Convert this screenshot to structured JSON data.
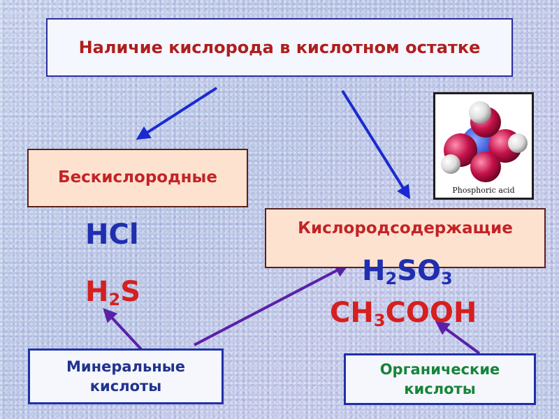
{
  "title": "Наличие кислорода в кислотном остатке",
  "categories": {
    "oxygenless": "Бескислородные",
    "oxygen_containing": "Кислородсодержащие"
  },
  "formulas": {
    "hcl": "HCl",
    "h2s": {
      "a": "H",
      "sub": "2",
      "b": "S"
    },
    "h2so3": {
      "a": "H",
      "sub1": "2",
      "b": "SO",
      "sub2": "3"
    },
    "ch3cooh": {
      "a": "CH",
      "sub": "3",
      "b": "COOH"
    }
  },
  "sources": {
    "mineral": "Минеральные кислоты",
    "organic": "Органические кислоты"
  },
  "image": {
    "caption": "Phosphoric acid"
  },
  "colors": {
    "title_text": "#b01e1e",
    "category_text": "#c32327",
    "formula_blue": "#1f2fb0",
    "formula_red": "#d61f1f",
    "arrow_blue": "#1a2ad0",
    "arrow_purple": "#5a20a8",
    "organic_text": "#16843a",
    "mineral_text": "#20338e"
  }
}
